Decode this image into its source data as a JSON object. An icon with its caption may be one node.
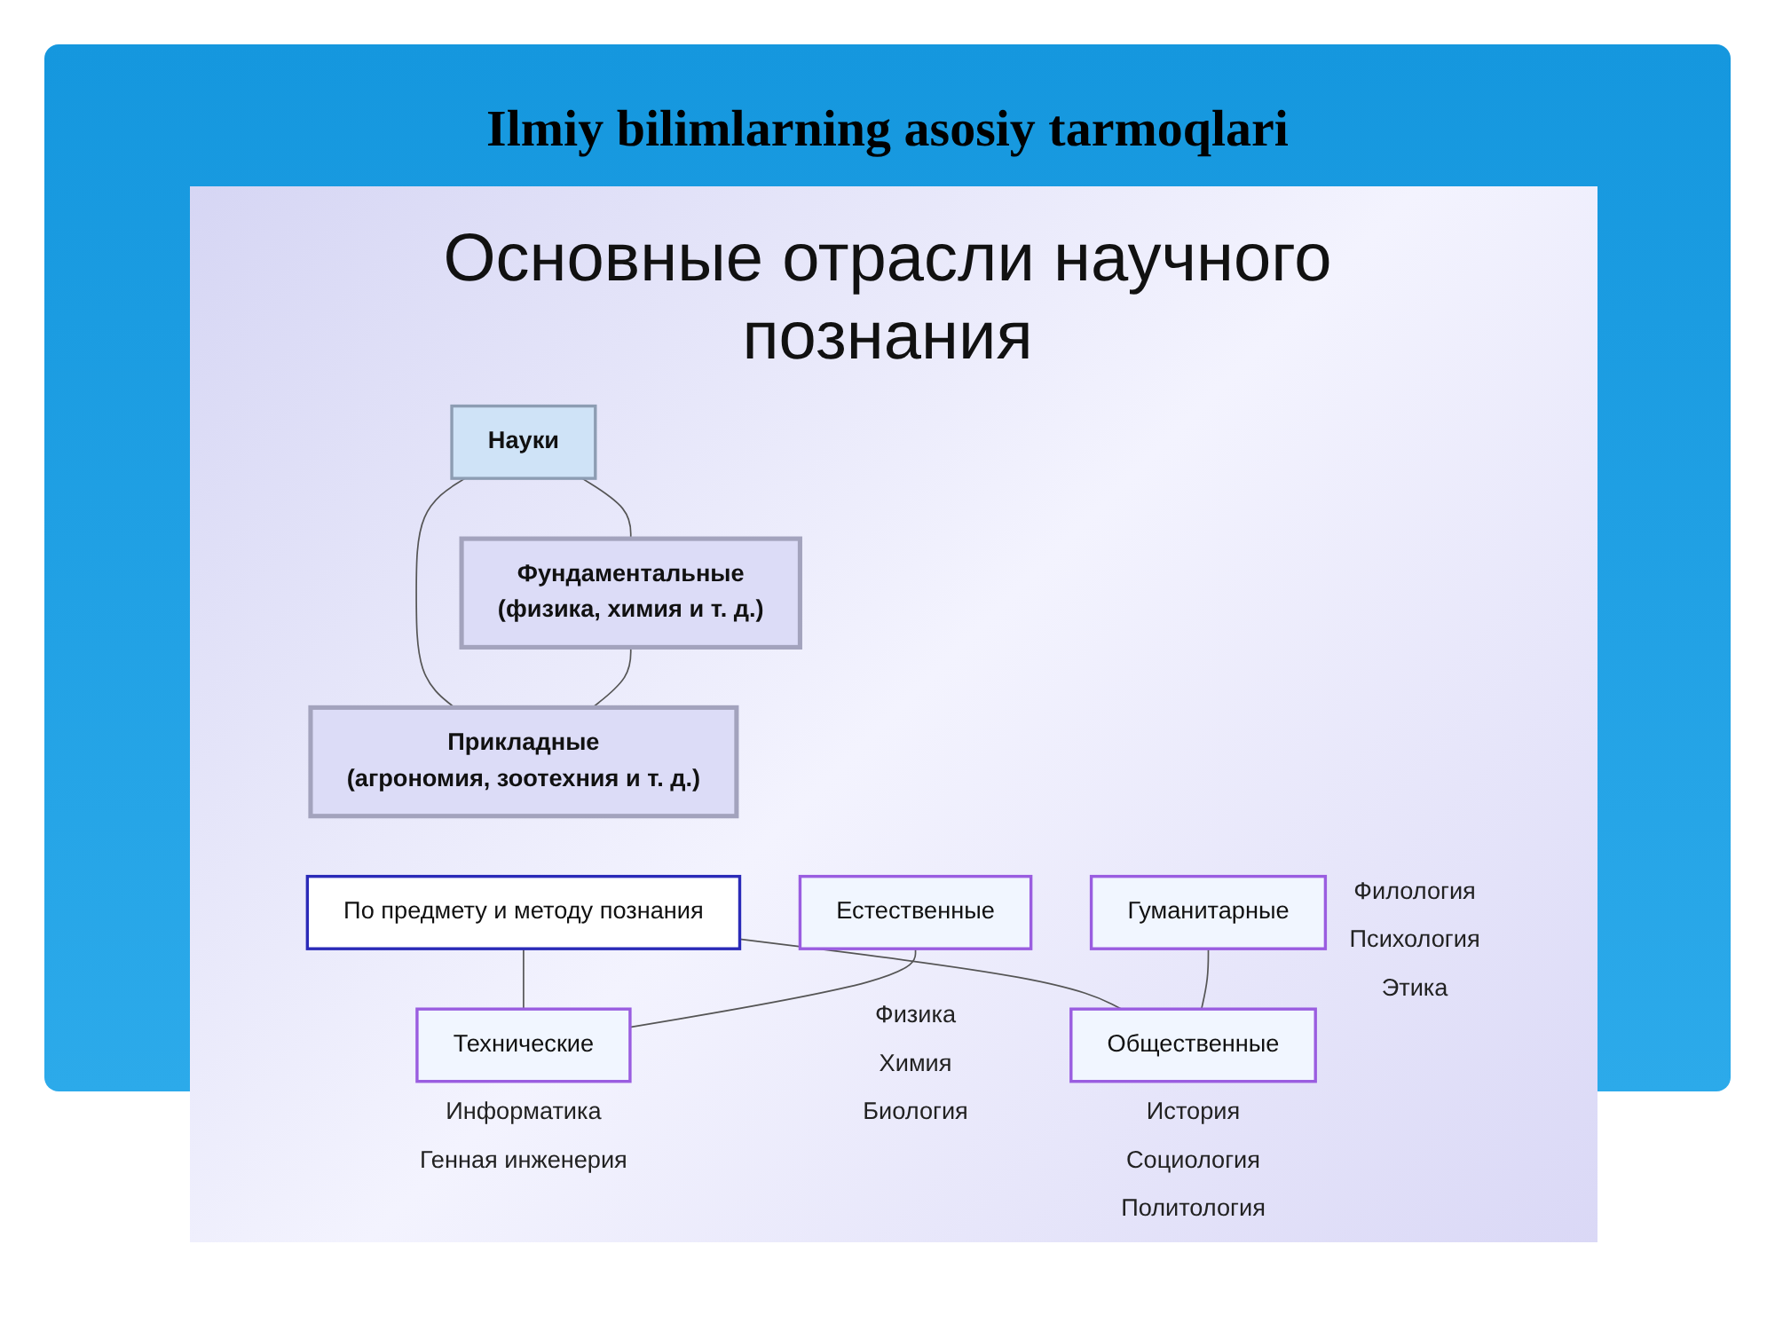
{
  "diagram": {
    "title": "Ilmiy bilimlarning asosiy tarmoqlari",
    "nodes": [
      {
        "text": [
          "Науки"
        ]
      },
      {
        "text": [
          "Фундаментальные",
          "(физика, химия и т. д.)"
        ]
      },
      {
        "text": [
          "Прикладные",
          "(агрономия, зоотехния и т. д.)"
        ]
      },
      {
        "text": [
          "По предмету и методу познания"
        ]
      },
      {
        "text": [
          "Естественные"
        ],
        "beside": [
          "Физика",
          "Химия",
          "Биология"
        ]
      },
      {
        "text": [
          "Технические"
        ],
        "beside": [
          "Информатика",
          "Генная инженерия"
        ]
      },
      {
        "text": [
          "Общественные"
        ],
        "beside": [
          "История",
          "Социология",
          "Политология"
        ]
      },
      {
        "text": [
          "Гуманитарные"
        ],
        "beside": [
          "Филология",
          "Психология",
          "Этика"
        ]
      }
    ],
    "edges": [
      {
        "from": 0,
        "to": 1,
        "arrow": "none"
      },
      {
        "from": 0,
        "to": 2,
        "arrow": "none"
      },
      {
        "from": 1,
        "to": 2,
        "arrow": "none"
      },
      {
        "from": 3,
        "to": 5,
        "arrow": "none"
      },
      {
        "from": 3,
        "to": 6,
        "arrow": "none"
      },
      {
        "from": 4,
        "to": 5,
        "arrow": "none"
      },
      {
        "from": 7,
        "to": 6,
        "arrow": "none"
      }
    ],
    "labels": [
      "Основные отрасли научного познания"
    ]
  }
}
